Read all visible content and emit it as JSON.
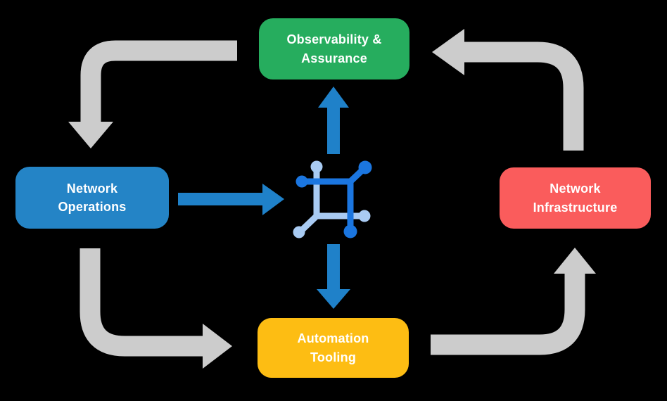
{
  "diagram": {
    "background": "#000000",
    "text_color": "#FFFFFF",
    "nodes": {
      "observability": {
        "label": "Observability &\nAssurance",
        "color": "#26AD5E"
      },
      "operations": {
        "label": "Network\nOperations",
        "color": "#2484C6"
      },
      "infrastructure": {
        "label": "Network\nInfrastructure",
        "color": "#FA5C5C"
      },
      "automation": {
        "label": "Automation\nTooling",
        "color": "#FDBD13"
      }
    },
    "center_icon": {
      "name": "network-mesh-icon",
      "dark_color": "#1B76E0",
      "light_color": "#A9CBF3"
    },
    "arrows": {
      "cycle_color": "#CCCCCC",
      "flow_color": "#1F81C9",
      "cycle": [
        {
          "from": "observability",
          "to": "operations"
        },
        {
          "from": "operations",
          "to": "automation"
        },
        {
          "from": "automation",
          "to": "infrastructure"
        },
        {
          "from": "infrastructure",
          "to": "observability"
        }
      ],
      "flow": [
        {
          "from": "operations",
          "to": "center-icon"
        },
        {
          "from": "center-icon",
          "to": "observability"
        },
        {
          "from": "center-icon",
          "to": "automation"
        }
      ]
    }
  }
}
